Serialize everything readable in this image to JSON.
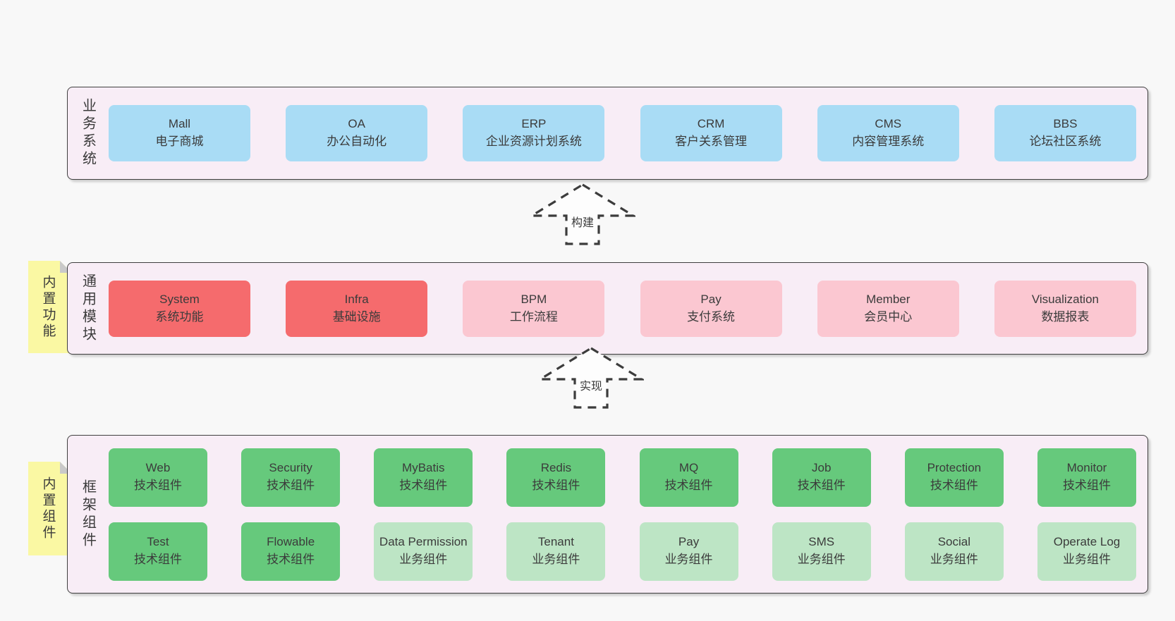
{
  "colors": {
    "page_bg": "#f8f8f8",
    "panel_bg": "#f8edf6",
    "panel_border": "#3f3f3f",
    "blue": "#a9dcf5",
    "red": "#f56b6d",
    "pink": "#fbc7d1",
    "green": "#66c97c",
    "light_green": "#bde5c5",
    "sticky_yellow": "#faf8a3",
    "fold_gray": "#c9c9c9",
    "text": "#3b3b3b"
  },
  "arrows": [
    {
      "label": "构建"
    },
    {
      "label": "实现"
    }
  ],
  "sections": [
    {
      "side_label": "业务系统",
      "rows": [
        [
          {
            "title": "Mall",
            "subtitle": "电子商城",
            "variant": "blue"
          },
          {
            "title": "OA",
            "subtitle": "办公自动化",
            "variant": "blue"
          },
          {
            "title": "ERP",
            "subtitle": "企业资源计划系统",
            "variant": "blue"
          },
          {
            "title": "CRM",
            "subtitle": "客户关系管理",
            "variant": "blue"
          },
          {
            "title": "CMS",
            "subtitle": "内容管理系统",
            "variant": "blue"
          },
          {
            "title": "BBS",
            "subtitle": "论坛社区系统",
            "variant": "blue"
          }
        ]
      ]
    },
    {
      "side_label": "通用模块",
      "sticky": "内置功能",
      "rows": [
        [
          {
            "title": "System",
            "subtitle": "系统功能",
            "variant": "red"
          },
          {
            "title": "Infra",
            "subtitle": "基础设施",
            "variant": "red"
          },
          {
            "title": "BPM",
            "subtitle": "工作流程",
            "variant": "pink"
          },
          {
            "title": "Pay",
            "subtitle": "支付系统",
            "variant": "pink"
          },
          {
            "title": "Member",
            "subtitle": "会员中心",
            "variant": "pink"
          },
          {
            "title": "Visualization",
            "subtitle": "数据报表",
            "variant": "pink"
          }
        ]
      ]
    },
    {
      "side_label": "框架组件",
      "sticky": "内置组件",
      "rows": [
        [
          {
            "title": "Web",
            "subtitle": "技术组件",
            "variant": "green"
          },
          {
            "title": "Security",
            "subtitle": "技术组件",
            "variant": "green"
          },
          {
            "title": "MyBatis",
            "subtitle": "技术组件",
            "variant": "green"
          },
          {
            "title": "Redis",
            "subtitle": "技术组件",
            "variant": "green"
          },
          {
            "title": "MQ",
            "subtitle": "技术组件",
            "variant": "green"
          },
          {
            "title": "Job",
            "subtitle": "技术组件",
            "variant": "green"
          },
          {
            "title": "Protection",
            "subtitle": "技术组件",
            "variant": "green"
          },
          {
            "title": "Monitor",
            "subtitle": "技术组件",
            "variant": "green"
          }
        ],
        [
          {
            "title": "Test",
            "subtitle": "技术组件",
            "variant": "green"
          },
          {
            "title": "Flowable",
            "subtitle": "技术组件",
            "variant": "green"
          },
          {
            "title": "Data Permission",
            "subtitle": "业务组件",
            "variant": "light-green"
          },
          {
            "title": "Tenant",
            "subtitle": "业务组件",
            "variant": "light-green"
          },
          {
            "title": "Pay",
            "subtitle": "业务组件",
            "variant": "light-green"
          },
          {
            "title": "SMS",
            "subtitle": "业务组件",
            "variant": "light-green"
          },
          {
            "title": "Social",
            "subtitle": "业务组件",
            "variant": "light-green"
          },
          {
            "title": "Operate Log",
            "subtitle": "业务组件",
            "variant": "light-green"
          }
        ]
      ]
    }
  ]
}
